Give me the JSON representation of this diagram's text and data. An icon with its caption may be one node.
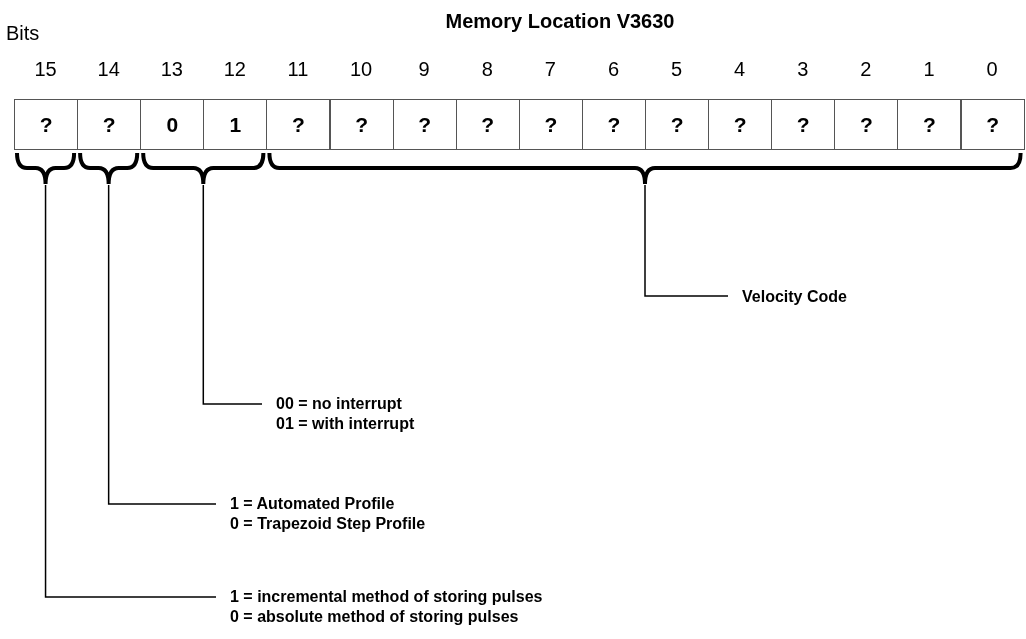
{
  "diagram": {
    "title": "Memory Location V3630",
    "nodes": [
      {
        "text": [
          "?"
        ]
      },
      {
        "text": [
          "?"
        ]
      },
      {
        "text": [
          "0"
        ]
      },
      {
        "text": [
          "1"
        ]
      },
      {
        "text": [
          "?"
        ]
      },
      {
        "text": [
          "?"
        ]
      },
      {
        "text": [
          "?"
        ]
      },
      {
        "text": [
          "?"
        ]
      },
      {
        "text": [
          "?"
        ]
      },
      {
        "text": [
          "?"
        ]
      },
      {
        "text": [
          "?"
        ]
      },
      {
        "text": [
          "?"
        ]
      },
      {
        "text": [
          "?"
        ]
      },
      {
        "text": [
          "?"
        ]
      },
      {
        "text": [
          "?"
        ]
      },
      {
        "text": [
          "?"
        ]
      },
      {
        "text": [],
        "shape": "brace"
      },
      {
        "text": [],
        "shape": "brace"
      },
      {
        "text": [],
        "shape": "brace"
      },
      {
        "text": [],
        "shape": "brace"
      },
      {
        "text": [
          "Velocity Code"
        ]
      },
      {
        "text": [
          "00 = no interrupt",
          "01 = with interrupt"
        ]
      },
      {
        "text": [
          "1 = Automated Profile",
          "0 = Trapezoid  Step Profile"
        ]
      },
      {
        "text": [
          "1 = incremental method of storing pulses",
          "0 = absolute method of storing pulses"
        ]
      }
    ],
    "edges": [
      {
        "from": 19,
        "to": 20,
        "arrow": "none"
      },
      {
        "from": 18,
        "to": 21,
        "arrow": "none"
      },
      {
        "from": 17,
        "to": 22,
        "arrow": "none"
      },
      {
        "from": 16,
        "to": 23,
        "arrow": "none"
      }
    ],
    "labels": [
      "Bits",
      "15",
      "14",
      "13",
      "12",
      "11",
      "10",
      "9",
      "8",
      "7",
      "6",
      "5",
      "4",
      "3",
      "2",
      "1",
      "0"
    ]
  }
}
